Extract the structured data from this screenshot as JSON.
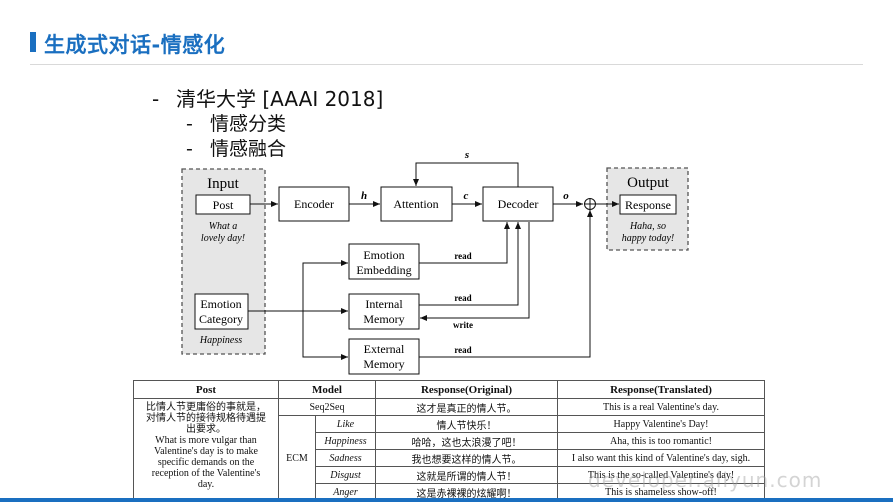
{
  "slide": {
    "title": "生成式对话-情感化",
    "bullets": [
      {
        "level": 1,
        "text": "清华大学 [AAAI 2018]"
      },
      {
        "level": 2,
        "text": "情感分类"
      },
      {
        "level": 2,
        "text": "情感融合"
      }
    ]
  },
  "diagram": {
    "input_title": "Input",
    "post_label": "Post",
    "post_example": [
      "What a",
      "lovely day!"
    ],
    "emotion_category": [
      "Emotion",
      "Category"
    ],
    "emotion_category_example": "Happiness",
    "encoder": "Encoder",
    "attention": "Attention",
    "decoder": "Decoder",
    "emotion_embedding": [
      "Emotion",
      "Embedding"
    ],
    "internal_memory": [
      "Internal",
      "Memory"
    ],
    "external_memory": [
      "External",
      "Memory"
    ],
    "output_title": "Output",
    "response_label": "Response",
    "response_example": [
      "Haha, so",
      "happy today!"
    ],
    "var_h": "h",
    "var_c": "c",
    "var_s": "s",
    "var_o": "o",
    "read": "read",
    "write": "write"
  },
  "table": {
    "headers": [
      "Post",
      "Model",
      "Response(Original)",
      "Response(Translated)"
    ],
    "post_lines": [
      "比情人节更庸俗的事就是，",
      "对情人节的接待规格待遇提",
      "出要求。",
      "What is more vulgar than",
      "Valentine's day is to make",
      "specific demands on the",
      "reception of the Valentine's",
      "day."
    ],
    "seq2seq": {
      "model": "Seq2Seq",
      "original": "这才是真正的情人节。",
      "translated": "This is a real Valentine's day."
    },
    "ecm_label": "ECM",
    "ecm_rows": [
      {
        "emotion": "Like",
        "original": "情人节快乐！",
        "translated": "Happy Valentine's Day!"
      },
      {
        "emotion": "Happiness",
        "original": "哈哈，这也太浪漫了吧！",
        "translated": "Aha, this is too romantic!"
      },
      {
        "emotion": "Sadness",
        "original": "我也想要这样的情人节。",
        "translated": "I also want this kind of Valentine's day, sigh."
      },
      {
        "emotion": "Disgust",
        "original": "这就是所谓的情人节！",
        "translated": "This is the so-called Valentine's day!"
      },
      {
        "emotion": "Anger",
        "original": "这是赤裸裸的炫耀啊！",
        "translated": "This is shameless show-off!"
      }
    ]
  },
  "watermark": "developer.aliyun.com",
  "colors": {
    "accent": "#1a6fc0",
    "dashed_box_fill": "#e6e6e6"
  }
}
